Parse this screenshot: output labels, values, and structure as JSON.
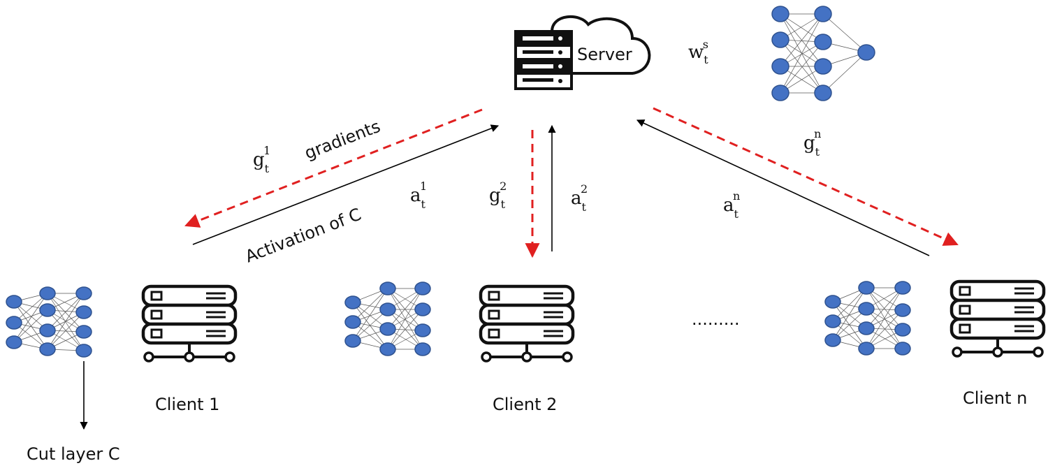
{
  "server": {
    "label": "Server"
  },
  "server_weights": {
    "base": "w",
    "sub": "t",
    "sup": "s"
  },
  "clients": [
    {
      "label": "Client 1"
    },
    {
      "label": "Client 2"
    },
    {
      "label": "Client n"
    }
  ],
  "cut_layer_label": "Cut layer C",
  "ellipsis": "·········",
  "edge_labels": {
    "gradients": "gradients",
    "activation": "Activation of C",
    "g1": {
      "base": "g",
      "sub": "t",
      "sup": "1"
    },
    "a1": {
      "base": "a",
      "sub": "t",
      "sup": "1"
    },
    "g2": {
      "base": "g",
      "sub": "t",
      "sup": "2"
    },
    "a2": {
      "base": "a",
      "sub": "t",
      "sup": "2"
    },
    "gn": {
      "base": "g",
      "sub": "t",
      "sup": "n"
    },
    "an": {
      "base": "a",
      "sub": "t",
      "sup": "n"
    }
  },
  "colors": {
    "gradient_arrow": "#e02020",
    "activation_arrow": "#000000",
    "nn_node": "#4472c4"
  },
  "icons": [
    "server-cloud-icon",
    "client-server-icon",
    "neural-network-icon"
  ]
}
